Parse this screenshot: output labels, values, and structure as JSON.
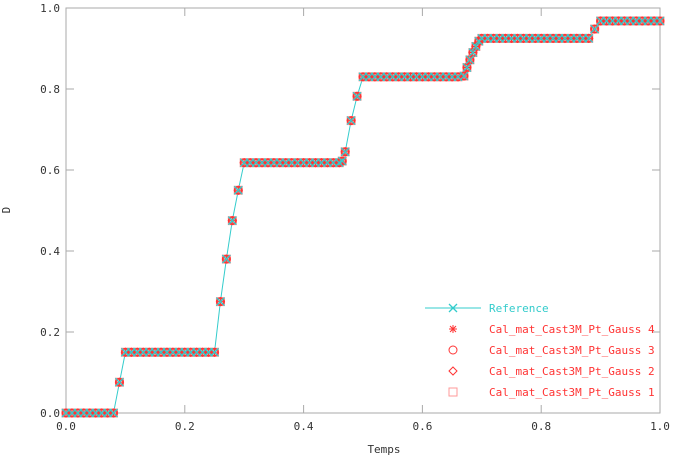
{
  "chart_data": {
    "type": "line",
    "title": "",
    "xlabel": "Temps",
    "ylabel": "D",
    "xlim": [
      0.0,
      1.0
    ],
    "ylim": [
      0.0,
      1.0
    ],
    "grid": false,
    "legend_position": "bottom-right",
    "x_ticks": [
      "0.0",
      "0.2",
      "0.4",
      "0.6",
      "0.8",
      "1.0"
    ],
    "y_ticks": [
      "0.0",
      "0.2",
      "0.4",
      "0.6",
      "0.8",
      "1.0"
    ],
    "colors": {
      "reference": "#33cccc",
      "gauss": "#ff3333",
      "axis": "#aaaaaa"
    },
    "series": [
      {
        "name": "Reference",
        "marker": "x",
        "line": true,
        "points": [
          [
            0.0,
            0.0
          ],
          [
            0.01,
            0.0
          ],
          [
            0.02,
            0.0
          ],
          [
            0.03,
            0.0
          ],
          [
            0.04,
            0.0
          ],
          [
            0.05,
            0.0
          ],
          [
            0.06,
            0.0
          ],
          [
            0.07,
            0.0
          ],
          [
            0.08,
            0.0
          ],
          [
            0.09,
            0.076
          ],
          [
            0.1,
            0.15
          ],
          [
            0.11,
            0.15
          ],
          [
            0.12,
            0.15
          ],
          [
            0.13,
            0.15
          ],
          [
            0.14,
            0.15
          ],
          [
            0.15,
            0.15
          ],
          [
            0.16,
            0.15
          ],
          [
            0.17,
            0.15
          ],
          [
            0.18,
            0.15
          ],
          [
            0.19,
            0.15
          ],
          [
            0.2,
            0.15
          ],
          [
            0.21,
            0.15
          ],
          [
            0.22,
            0.15
          ],
          [
            0.23,
            0.15
          ],
          [
            0.24,
            0.15
          ],
          [
            0.25,
            0.15
          ],
          [
            0.26,
            0.275
          ],
          [
            0.27,
            0.38
          ],
          [
            0.28,
            0.475
          ],
          [
            0.29,
            0.55
          ],
          [
            0.3,
            0.618
          ],
          [
            0.31,
            0.618
          ],
          [
            0.32,
            0.618
          ],
          [
            0.33,
            0.618
          ],
          [
            0.34,
            0.618
          ],
          [
            0.35,
            0.618
          ],
          [
            0.36,
            0.618
          ],
          [
            0.37,
            0.618
          ],
          [
            0.38,
            0.618
          ],
          [
            0.39,
            0.618
          ],
          [
            0.4,
            0.618
          ],
          [
            0.41,
            0.618
          ],
          [
            0.42,
            0.618
          ],
          [
            0.43,
            0.618
          ],
          [
            0.44,
            0.618
          ],
          [
            0.45,
            0.618
          ],
          [
            0.46,
            0.618
          ],
          [
            0.465,
            0.622
          ],
          [
            0.47,
            0.645
          ],
          [
            0.48,
            0.722
          ],
          [
            0.49,
            0.782
          ],
          [
            0.5,
            0.83
          ],
          [
            0.51,
            0.83
          ],
          [
            0.52,
            0.83
          ],
          [
            0.53,
            0.83
          ],
          [
            0.54,
            0.83
          ],
          [
            0.55,
            0.83
          ],
          [
            0.56,
            0.83
          ],
          [
            0.57,
            0.83
          ],
          [
            0.58,
            0.83
          ],
          [
            0.59,
            0.83
          ],
          [
            0.6,
            0.83
          ],
          [
            0.61,
            0.83
          ],
          [
            0.62,
            0.83
          ],
          [
            0.63,
            0.83
          ],
          [
            0.64,
            0.83
          ],
          [
            0.65,
            0.83
          ],
          [
            0.66,
            0.83
          ],
          [
            0.67,
            0.832
          ],
          [
            0.675,
            0.853
          ],
          [
            0.68,
            0.872
          ],
          [
            0.685,
            0.89
          ],
          [
            0.69,
            0.905
          ],
          [
            0.695,
            0.918
          ],
          [
            0.7,
            0.925
          ],
          [
            0.71,
            0.925
          ],
          [
            0.72,
            0.925
          ],
          [
            0.73,
            0.925
          ],
          [
            0.74,
            0.925
          ],
          [
            0.75,
            0.925
          ],
          [
            0.76,
            0.925
          ],
          [
            0.77,
            0.925
          ],
          [
            0.78,
            0.925
          ],
          [
            0.79,
            0.925
          ],
          [
            0.8,
            0.925
          ],
          [
            0.81,
            0.925
          ],
          [
            0.82,
            0.925
          ],
          [
            0.83,
            0.925
          ],
          [
            0.84,
            0.925
          ],
          [
            0.85,
            0.925
          ],
          [
            0.86,
            0.925
          ],
          [
            0.87,
            0.925
          ],
          [
            0.88,
            0.925
          ],
          [
            0.89,
            0.948
          ],
          [
            0.9,
            0.968
          ],
          [
            0.91,
            0.968
          ],
          [
            0.92,
            0.968
          ],
          [
            0.93,
            0.968
          ],
          [
            0.94,
            0.968
          ],
          [
            0.95,
            0.968
          ],
          [
            0.96,
            0.968
          ],
          [
            0.97,
            0.968
          ],
          [
            0.98,
            0.968
          ],
          [
            0.99,
            0.968
          ],
          [
            1.0,
            0.968
          ]
        ]
      },
      {
        "name": "Cal_mat_Cast3M_Pt_Gauss 4",
        "marker": "asterisk",
        "line": false,
        "same_as": "Reference"
      },
      {
        "name": "Cal_mat_Cast3M_Pt_Gauss 3",
        "marker": "circle",
        "line": false,
        "same_as": "Reference"
      },
      {
        "name": "Cal_mat_Cast3M_Pt_Gauss 2",
        "marker": "diamond",
        "line": false,
        "same_as": "Reference"
      },
      {
        "name": "Cal_mat_Cast3M_Pt_Gauss 1",
        "marker": "square",
        "line": false,
        "same_as": "Reference"
      }
    ]
  }
}
